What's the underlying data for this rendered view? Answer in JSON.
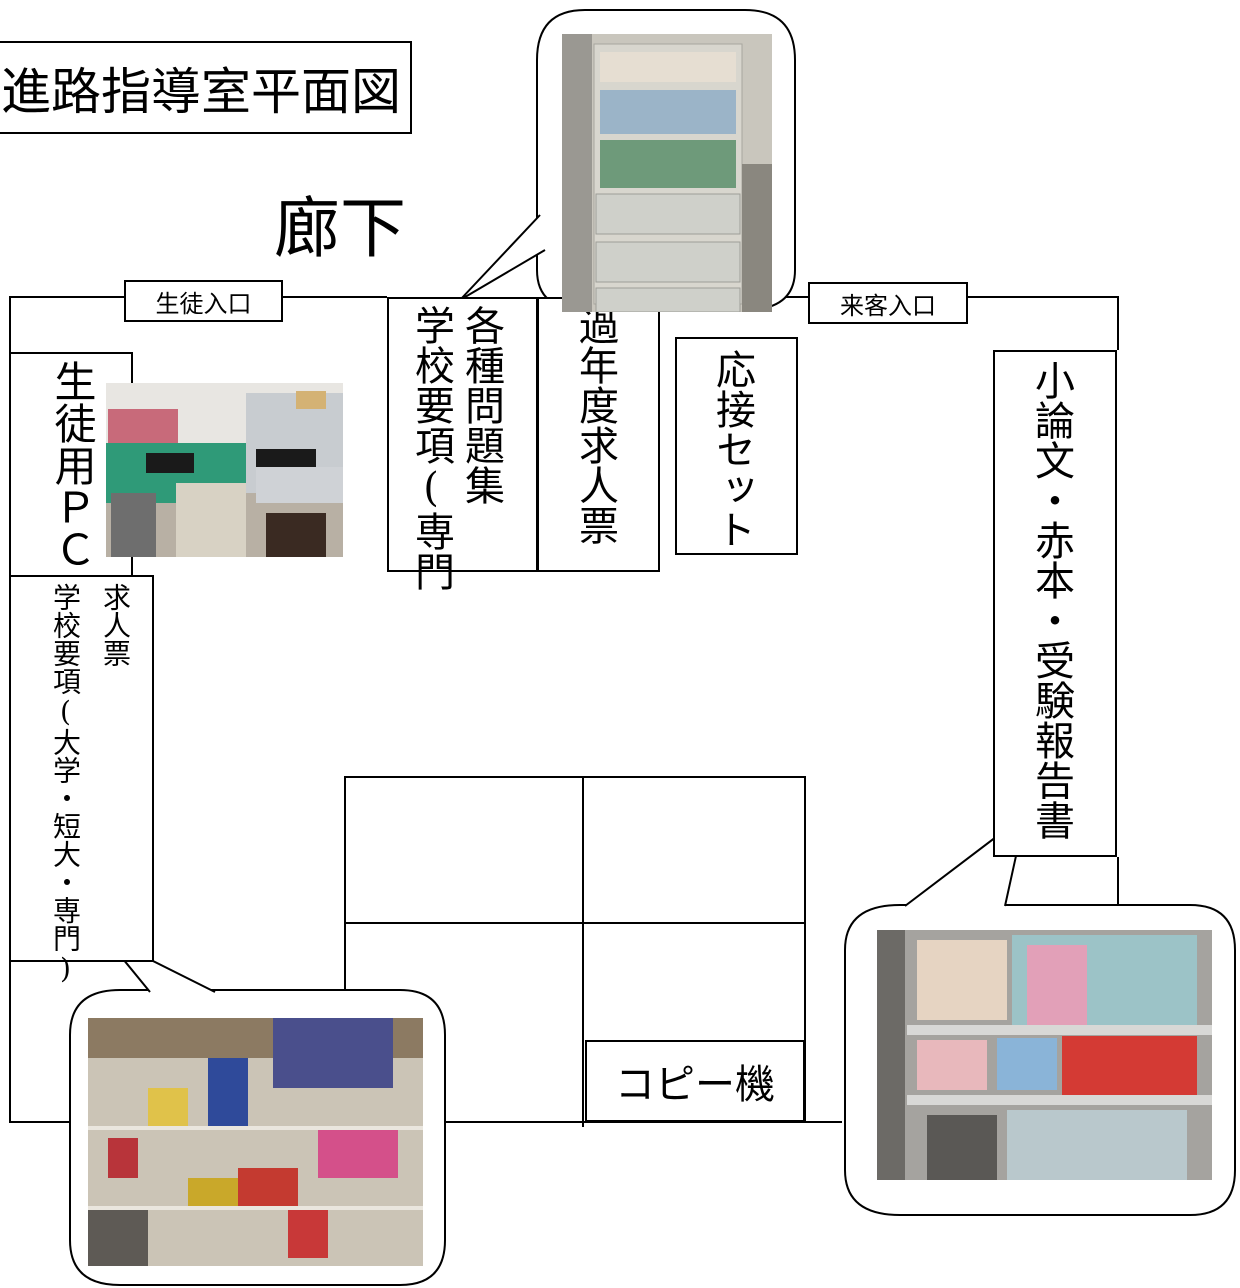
{
  "title": "進路指導室平面図",
  "corridor": "廊下",
  "entrances": {
    "student": "生徒入口",
    "visitor": "来客入口"
  },
  "furniture": {
    "student_pc": "生徒用ＰＣ",
    "school_guide_vocational": "学校要項(専門",
    "problem_collections": "各種問題集",
    "past_job_offers": "過年度求人票",
    "reception_set": "応接セット",
    "essay_books": "小論文・赤本・受験報告書",
    "job_offers": "求人票",
    "school_guide_univ": "学校要項(大学・短大・専門)",
    "copier": "コピー機"
  }
}
